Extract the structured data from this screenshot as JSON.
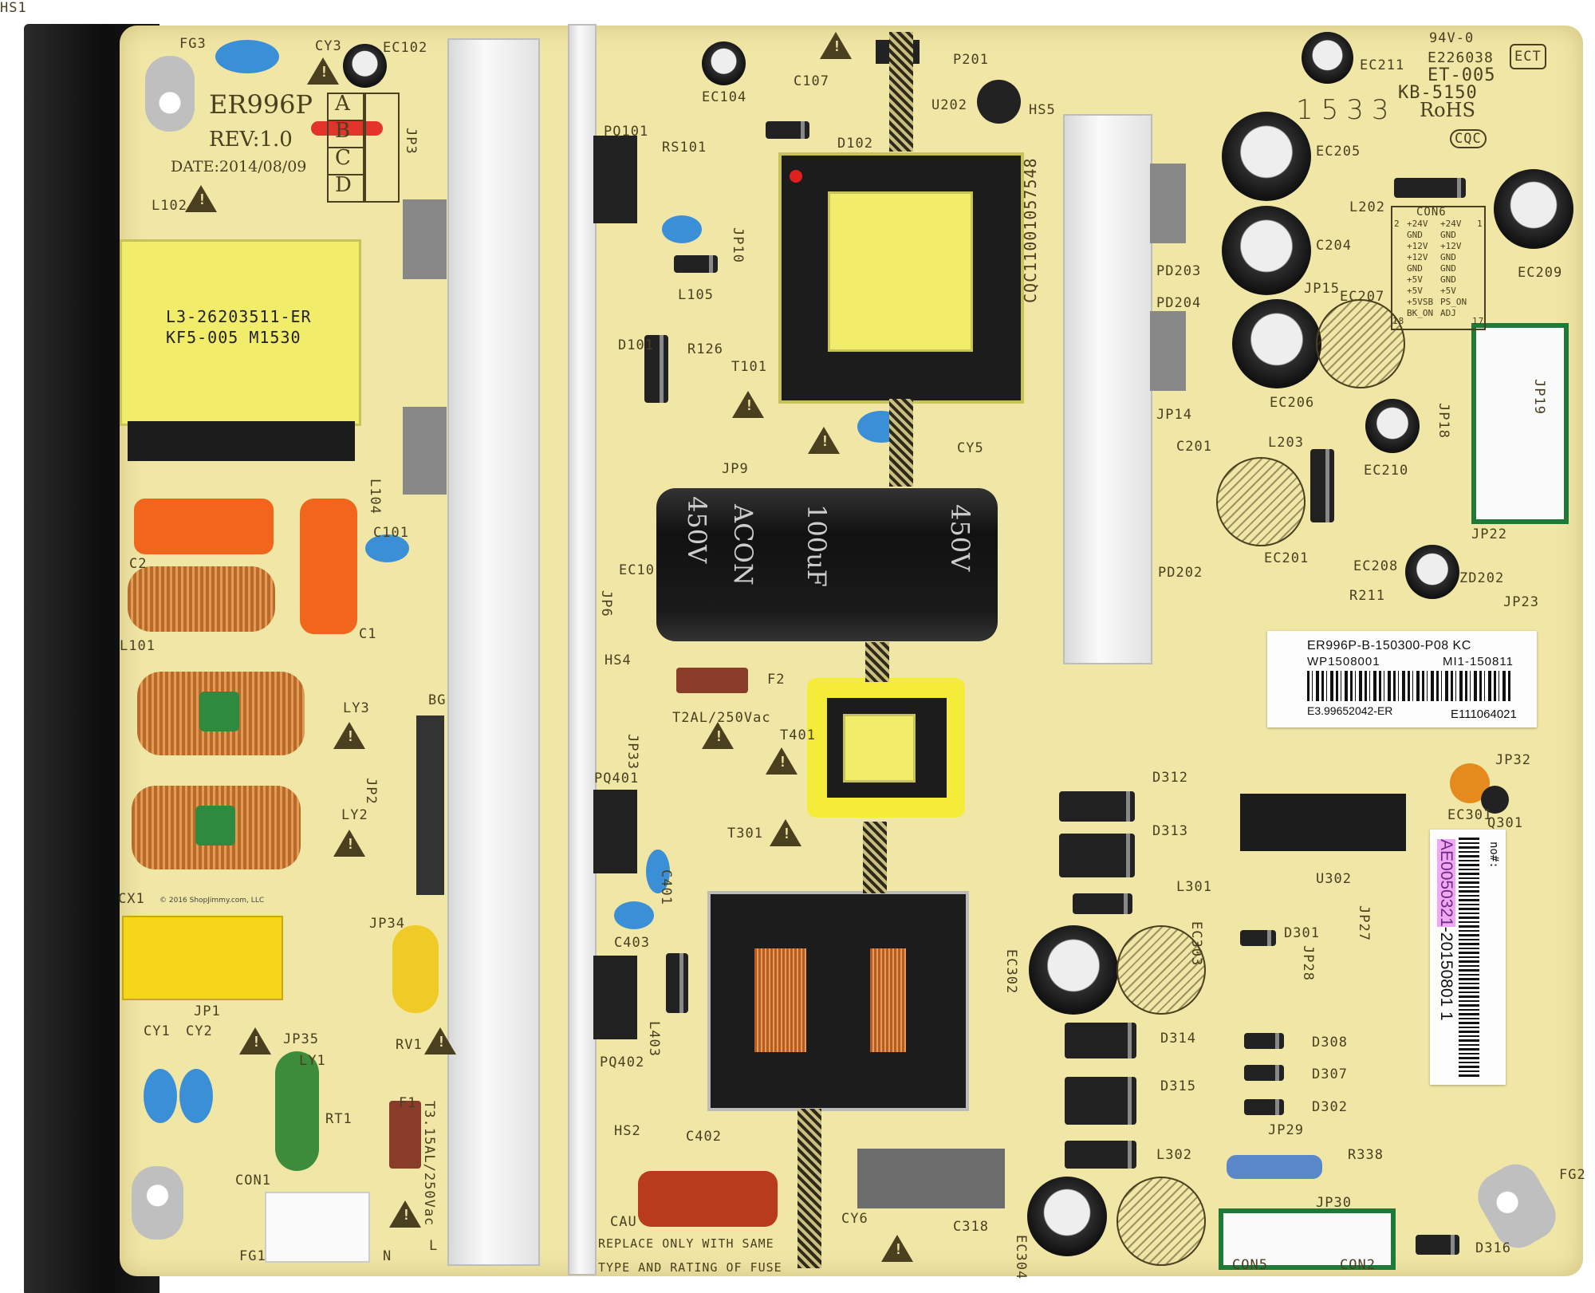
{
  "board": {
    "model": "ER996P",
    "revision": "REV:1.0",
    "date": "DATE:2014/08/09",
    "rev_grid": [
      "A",
      "B",
      "C",
      "D"
    ],
    "cert": {
      "ul": "94V-0",
      "file": "E226038",
      "code": "ET-005",
      "part": "KB-5150",
      "rohs": "RoHS",
      "cqc": "CQC",
      "ect": "ECT",
      "date_code": "1533",
      "cqc_number": "CQC11001057548"
    },
    "transformer_l102_text": [
      "L3-26203511-ER",
      "KF5-005  M1530"
    ],
    "capacitor_text": [
      "450V",
      "100uF",
      "ACON",
      "450V"
    ],
    "fuse_warning": [
      "REPLACE ONLY WITH SAME",
      "TYPE AND RATING OF FUSE"
    ],
    "watermark": "© 2016 ShopJimmy.com, LLC",
    "con6": {
      "title": "CON6",
      "pin_left": "2",
      "pin_right": "1",
      "pin_bottom_left": "18",
      "pin_bottom_right": "17",
      "col1": [
        "+24V",
        "GND",
        "+12V",
        "+12V",
        "GND",
        "+5V",
        "+5V",
        "+5VSB",
        "BK_ON"
      ],
      "col2": [
        "+24V",
        "GND",
        "+12V",
        "GND",
        "GND",
        "GND",
        "+5V",
        "PS_ON",
        "ADJ"
      ]
    },
    "labels": [
      "FG3",
      "CY3",
      "EC102",
      "JP3",
      "L102",
      "EC104",
      "C107",
      "D102",
      "RS101",
      "PQ101",
      "P201",
      "U202",
      "HS5",
      "EC211",
      "EC205",
      "C204",
      "L202",
      "EC209",
      "JP15",
      "EC207",
      "PD203",
      "PD204",
      "EC206",
      "JP14",
      "C201",
      "L203",
      "EC210",
      "JP18",
      "JP19",
      "JP22",
      "ZD202",
      "EC208",
      "EC201",
      "PD202",
      "R211",
      "JP23",
      "JP32",
      "JP10",
      "L105",
      "D101",
      "R126",
      "T101",
      "CY5",
      "JP9",
      "EC10",
      "JP6",
      "HS4",
      "F2",
      "T2AL/250Vac",
      "JP33",
      "T401",
      "PQ401",
      "T301",
      "D312",
      "D313",
      "L301",
      "EC301",
      "Q301",
      "U302",
      "C401",
      "C403",
      "L403",
      "PQ402",
      "EC302",
      "EC303",
      "D301",
      "JP28",
      "JP27",
      "D314",
      "D315",
      "D308",
      "D307",
      "D302",
      "JP29",
      "L302",
      "R338",
      "JP30",
      "CON5",
      "CON2",
      "D316",
      "FG2",
      "HS2",
      "C402",
      "CY6",
      "C318",
      "EC304",
      "CAU",
      "C2",
      "L101",
      "C1",
      "C101",
      "L104",
      "LY3",
      "LY2",
      "BG",
      "JP2",
      "CX1",
      "JP34",
      "JP1",
      "CY1",
      "CY2",
      "JP35",
      "LY1",
      "RV1",
      "RT1",
      "F1",
      "T3.15AL/250Vac",
      "CON1",
      "FG1",
      "N",
      "L",
      "HS1"
    ]
  },
  "sticker_main": {
    "line1": "ER996P-B-150300-P08 KC",
    "line2_left": "WP1508001",
    "line2_right": "MI1-150811",
    "line3_left": "E3.99652042-ER",
    "line3_right": "E111064021"
  },
  "sticker_vertical": {
    "prefix": "no#:",
    "highlight": "AE0050321",
    "rest": "-20150801 1",
    "highlight_color": "#f0a8f0"
  },
  "colors": {
    "pcb": "#f0e6a6",
    "silkscreen": "#4a3f1e",
    "heatsink": "#1a1a1a",
    "marker_red": "#e0201e"
  }
}
